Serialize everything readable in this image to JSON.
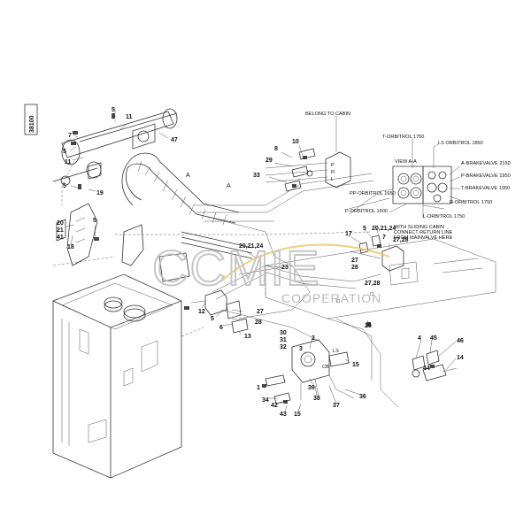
{
  "sheet_number": "38100",
  "watermark": {
    "brand": "CCMIE",
    "tagline": "COOPERATION"
  },
  "notes": {
    "belong_to_cabin": "BELONG TO CABIN",
    "view": "VIEW A-A",
    "sliding_cabin": [
      "WITH SLIDING CABIN",
      "CONNECT RETURN LINE",
      "FROM MAINVALVE HERE"
    ]
  },
  "port_labels": [
    "T-ORBITROL 1750",
    "LS ORBITROL 1850",
    "A-BRAKEVALVE 2150",
    "P-BRAKEVALVE 1950",
    "T-BRAKEVALVE 1950",
    "PP-ORBITROL 1650",
    "R-ORBITROL 1750",
    "P-ORBITROL 1600",
    "L-ORBITROL 1750"
  ],
  "valve_letters": [
    "P",
    "R",
    "L"
  ],
  "section_markers": [
    "A",
    "A"
  ],
  "valve_marks": [
    "LS",
    "CB"
  ],
  "callouts": {
    "c1": "5",
    "c2": "11",
    "c3": "7",
    "c4": "47",
    "c5": "5",
    "c6": "11",
    "c7": "5",
    "c8": "19",
    "c9": "20",
    "c10": "21",
    "c11": "41",
    "c12": "18",
    "c13": "5",
    "c14": "10",
    "c15": "8",
    "c16": "29",
    "c17": "33",
    "c18": "17",
    "c19": "5",
    "c20": "20,21,24",
    "c21": "7",
    "c22": "27,28",
    "c23": "27",
    "c24": "28",
    "c25": "27,28",
    "c26": "20,21,24",
    "c27": "23",
    "c28": "12",
    "c29": "5",
    "c30": "27",
    "c31": "28",
    "c32": "6",
    "c33": "13",
    "c34": "25",
    "c35": "30",
    "c36": "31",
    "c37": "32",
    "c38": "2",
    "c39": "3",
    "c40": "15",
    "c41": "4",
    "c42": "45",
    "c43": "46",
    "c44": "44",
    "c45": "14",
    "c46": "1",
    "c47": "34",
    "c48": "42",
    "c49": "43",
    "c50": "15",
    "c51": "39",
    "c52": "38",
    "c53": "37",
    "c54": "36"
  }
}
